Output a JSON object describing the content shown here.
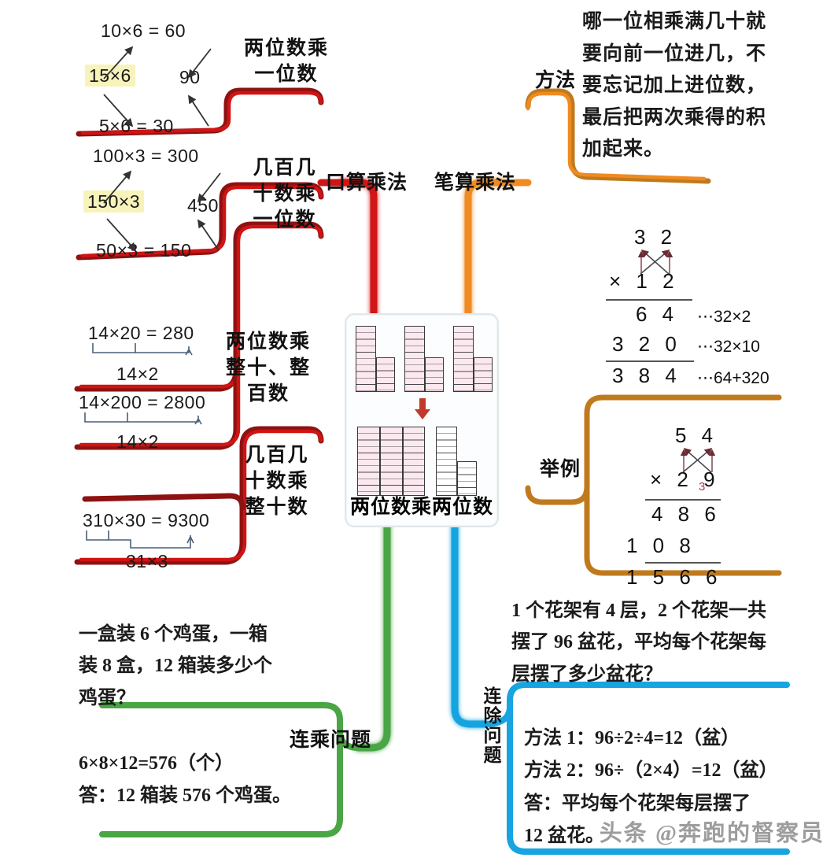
{
  "center": {
    "title": "两位数乘两位数"
  },
  "branches": {
    "oral": {
      "label": "口算乘法",
      "color": "#d61f1f"
    },
    "written": {
      "label": "笔算乘法",
      "color": "#ef8b21"
    },
    "chain_multiply": {
      "label": "连乘问题",
      "color": "#49a košík"
    },
    "chain_divide": {
      "label": "连除问题",
      "color": "#1fa6e0"
    }
  },
  "labels": {
    "oral": "口算乘法",
    "written": "笔算乘法",
    "chain_multiply": "连乘问题",
    "chain_divide": "连除问题",
    "method": "方法",
    "example": "举例"
  },
  "oral_groups": [
    {
      "name": "two-digit-times-one-digit",
      "category": [
        "两位数乘",
        "一位数"
      ],
      "lines": {
        "top": "10×6 = 60",
        "left": "15×6",
        "right": "90",
        "bottom": "5×6 = 30"
      }
    },
    {
      "name": "hundreds-tens-times-one-digit",
      "category": [
        "几百几",
        "十数乘",
        "一位数"
      ],
      "lines": {
        "top": "100×3 = 300",
        "left": "150×3",
        "right": "450",
        "bottom": "50×3 = 150"
      }
    },
    {
      "name": "two-digit-times-round-tens-hundreds",
      "category": [
        "两位数乘",
        "整十、整",
        "百数"
      ],
      "rows": [
        {
          "expr": "14×20 = 280",
          "under": "14×2"
        },
        {
          "expr": "14×200 = 2800",
          "under": "14×2"
        }
      ]
    },
    {
      "name": "hundreds-tens-times-round-tens",
      "category": [
        "几百几",
        "十数乘",
        "整十数"
      ],
      "rows": [
        {
          "expr": "310×30 = 9300",
          "under": "31×3"
        }
      ]
    }
  ],
  "written": {
    "method_text": [
      "哪一位相乘满几十就",
      "要向前一位进几，不",
      "要忘记加上进位数，",
      "最后把两次乘得的积",
      "加起来。"
    ],
    "examples": [
      {
        "name": "32x12",
        "multiplicand": "3 2",
        "multiplier": "× 1 2",
        "partial1": "6 4",
        "partial1_note": "⋯32×2",
        "partial2": "3 2 0",
        "partial2_note": "⋯32×10",
        "total": "3 8 4",
        "total_note": "⋯64+320"
      },
      {
        "name": "54x29",
        "multiplicand": "5 4",
        "multiplier": "× 2 9",
        "carry": "3",
        "partial1": "4 8 6",
        "partial2": "1 0 8",
        "total": "1 5 6 6"
      }
    ]
  },
  "chain_multiply_problem": {
    "question": [
      "一盒装 6 个鸡蛋，一箱",
      "装 8 盒，12 箱装多少个",
      "鸡蛋？"
    ],
    "solution": [
      "6×8×12=576（个）",
      "答：12 箱装 576 个鸡蛋。"
    ]
  },
  "chain_divide_problem": {
    "question": [
      "1 个花架有 4 层，2 个花架一共",
      "摆了 96 盆花，平均每个花架每",
      "层摆了多少盆花？"
    ],
    "solution": [
      "方法 1：96÷2÷4=12（盆）",
      "方法 2：96÷（2×4）=12（盆）",
      "答：平均每个花架每层摆了",
      "12 盆花。"
    ]
  },
  "watermark": "头条 @奔跑的督察员",
  "colors": {
    "red": "#d01414",
    "red_dark": "#8e1212",
    "orange": "#ef8b21",
    "orange_dark": "#c07a1e",
    "green": "#4aa544",
    "blue": "#17a4e0",
    "highlight": "#f7f3bb"
  }
}
